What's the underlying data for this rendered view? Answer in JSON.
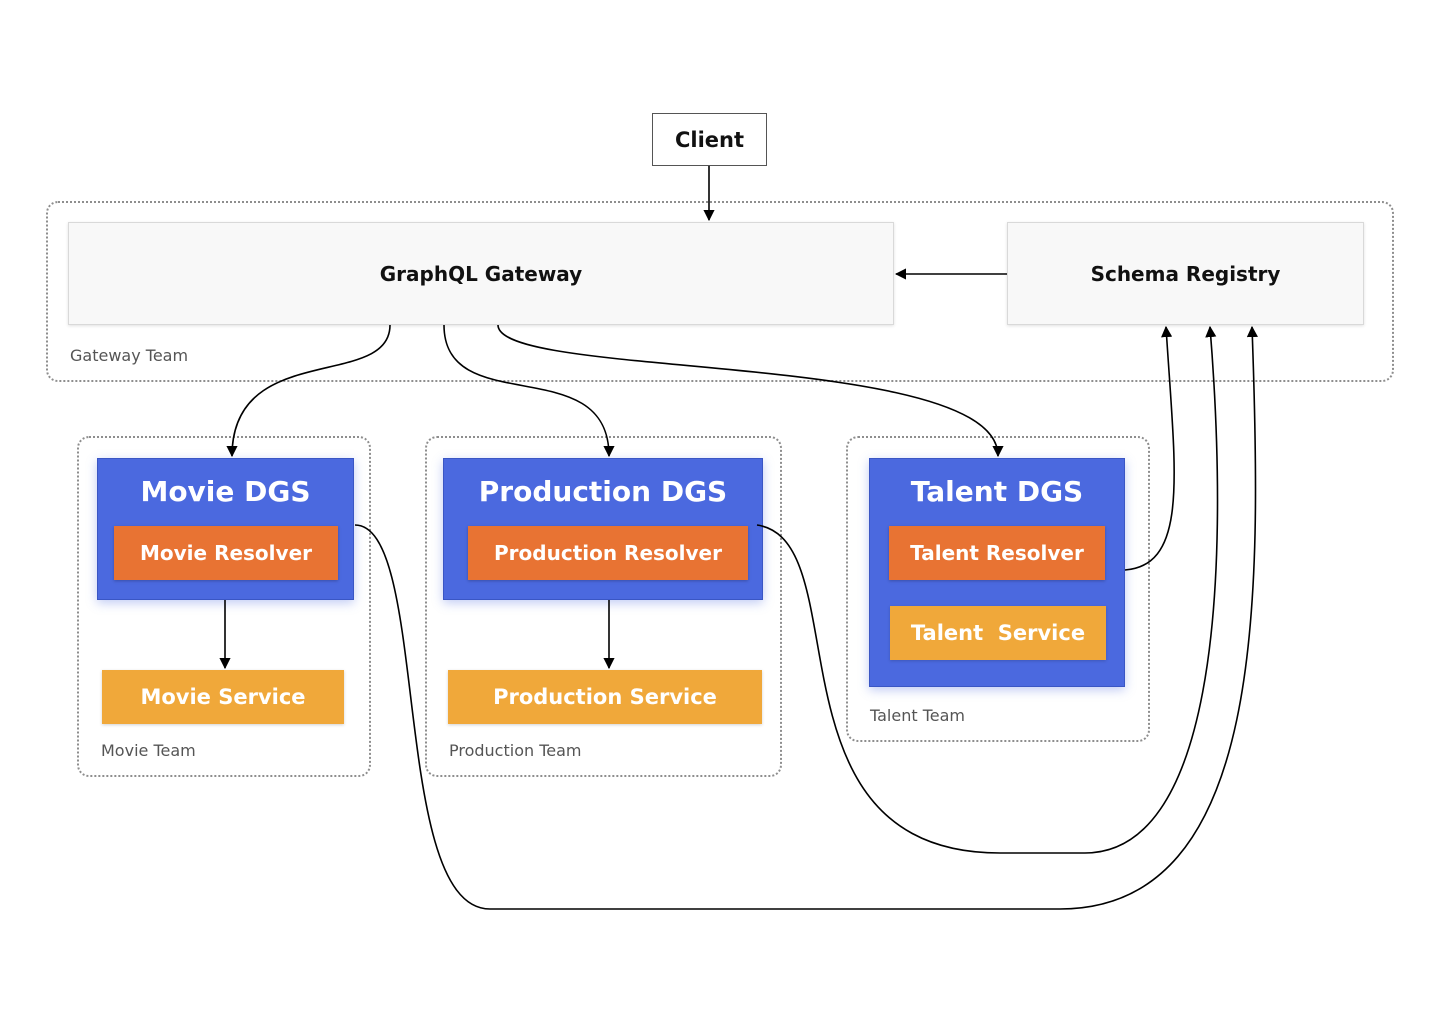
{
  "client": {
    "label": "Client"
  },
  "gateway_team": {
    "label": "Gateway Team",
    "gateway": {
      "label": "GraphQL Gateway"
    },
    "registry": {
      "label": "Schema Registry"
    }
  },
  "movie_team": {
    "label": "Movie Team",
    "dgs": {
      "title": "Movie DGS",
      "resolver": "Movie Resolver"
    },
    "service": "Movie Service"
  },
  "production_team": {
    "label": "Production Team",
    "dgs": {
      "title": "Production DGS",
      "resolver": "Production Resolver"
    },
    "service": "Production Service"
  },
  "talent_team": {
    "label": "Talent Team",
    "dgs": {
      "title": "Talent DGS",
      "resolver": "Talent Resolver",
      "service": "Talent  Service"
    }
  },
  "colors": {
    "dgs_blue": "#4b69df",
    "resolver_orange": "#e87333",
    "service_amber": "#f0a83a",
    "gateway_gray": "#f8f8f8",
    "connector": "#000000"
  }
}
